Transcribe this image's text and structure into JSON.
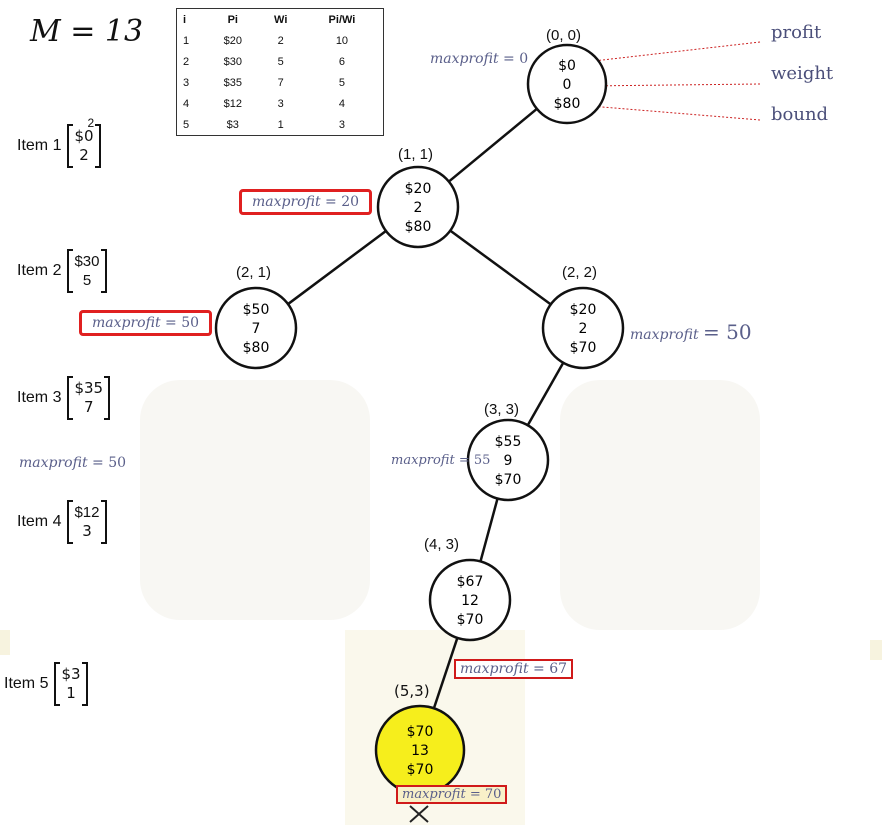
{
  "capacity": {
    "label": "M = 13"
  },
  "table": {
    "headers": [
      "i",
      "Pi",
      "Wi",
      "Pi/Wi"
    ],
    "rows": [
      [
        "1",
        "$20",
        "2",
        "10"
      ],
      [
        "2",
        "$30",
        "5",
        "6"
      ],
      [
        "3",
        "$35",
        "7",
        "5"
      ],
      [
        "4",
        "$12",
        "3",
        "4"
      ],
      [
        "5",
        "$3",
        "1",
        "3"
      ]
    ]
  },
  "items": [
    {
      "label": "Item 1",
      "profit": "$0",
      "weight": "2",
      "note": "2"
    },
    {
      "label": "Item 2",
      "profit": "$30",
      "weight": "5"
    },
    {
      "label": "Item 3",
      "profit": "$35",
      "weight": "7"
    },
    {
      "label": "Item 4",
      "profit": "$12",
      "weight": "3"
    },
    {
      "label": "Item 5",
      "profit": "$3",
      "weight": "1"
    }
  ],
  "annotations": {
    "profit": "profit",
    "weight": "weight",
    "bound": "bound"
  },
  "nodes": [
    {
      "id": "n00",
      "coord": "(0, 0)",
      "profit": "$0",
      "weight": "0",
      "bound": "$80",
      "highlight": false
    },
    {
      "id": "n11",
      "coord": "(1, 1)",
      "profit": "$20",
      "weight": "2",
      "bound": "$80",
      "highlight": false
    },
    {
      "id": "n21",
      "coord": "(2, 1)",
      "profit": "$50",
      "weight": "7",
      "bound": "$80",
      "highlight": false
    },
    {
      "id": "n22",
      "coord": "(2, 2)",
      "profit": "$20",
      "weight": "2",
      "bound": "$70",
      "highlight": false
    },
    {
      "id": "n33",
      "coord": "(3, 3)",
      "profit": "$55",
      "weight": "9",
      "bound": "$70",
      "highlight": false
    },
    {
      "id": "n43",
      "coord": "(4, 3)",
      "profit": "$67",
      "weight": "12",
      "bound": "$70",
      "highlight": false
    },
    {
      "id": "n53",
      "coord": "(5,3)",
      "profit": "$70",
      "weight": "13",
      "bound": "$70",
      "highlight": true
    }
  ],
  "edges": [
    [
      "n00",
      "n11"
    ],
    [
      "n11",
      "n21"
    ],
    [
      "n11",
      "n22"
    ],
    [
      "n22",
      "n33"
    ],
    [
      "n33",
      "n43"
    ],
    [
      "n43",
      "n53"
    ]
  ],
  "maxprofit": {
    "word": "maxprofit",
    "values": {
      "root": "= 0",
      "n11": "= 20",
      "n21": "= 50",
      "n22": "= 50",
      "item3": "= 50",
      "n33": "= 55",
      "n43": "= 67",
      "n53": "= 70"
    }
  },
  "colors": {
    "highlight_fill": "#f6ee1c",
    "box_red": "#e02020",
    "annot_arrow": "#cc2222",
    "annot_text": "#4b4f7a"
  }
}
